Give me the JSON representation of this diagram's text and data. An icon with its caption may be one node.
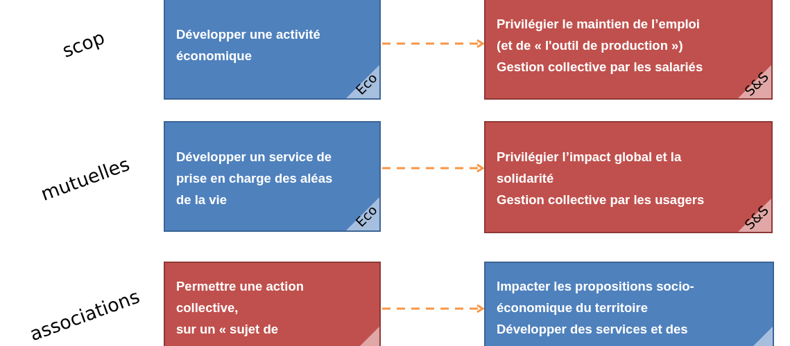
{
  "diagram": {
    "nodes": [
      {
        "text": [
          "Développer une activité économique"
        ]
      },
      {
        "text": [
          "Privilégier le maintien de l’emploi (et de « l'outil de production »)",
          "Gestion collective par les salariés"
        ]
      },
      {
        "text": [
          "Développer un service de prise en charge des aléas de la vie"
        ]
      },
      {
        "text": [
          "Privilégier l’impact global et la solidarité",
          "Gestion collective par les usagers"
        ]
      },
      {
        "text": [
          "Permettre une action collective,",
          "sur un « sujet de"
        ]
      },
      {
        "text": [
          "Impacter les propositions socio-économique du territoire",
          "Développer des services et des"
        ]
      },
      {
        "text": [
          "Eco"
        ],
        "in": 0
      },
      {
        "text": [
          "S&S"
        ],
        "in": 1
      },
      {
        "text": [
          "Eco"
        ],
        "in": 2
      },
      {
        "text": [
          "S&S"
        ],
        "in": 3
      },
      {
        "text": [],
        "shape": "triangle",
        "in": 4
      },
      {
        "text": [],
        "shape": "triangle",
        "in": 5
      }
    ],
    "edges": [
      {
        "from": 0,
        "to": 1,
        "arrow": "to",
        "style": "dashed"
      },
      {
        "from": 2,
        "to": 3,
        "arrow": "to",
        "style": "dashed"
      },
      {
        "from": 4,
        "to": 5,
        "arrow": "to",
        "style": "dashed"
      }
    ],
    "labels": [
      "scop",
      "mutuelles",
      "associations"
    ]
  }
}
